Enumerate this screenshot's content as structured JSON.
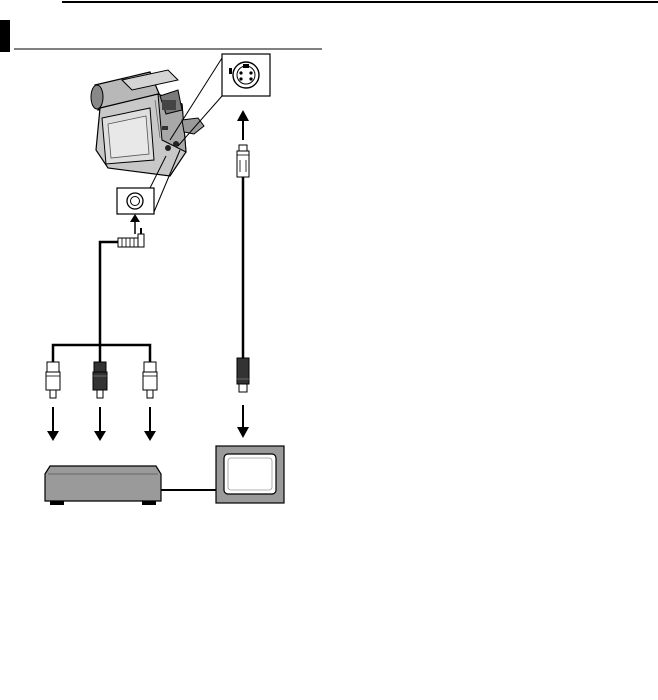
{
  "page": {
    "header_rule": true,
    "section_marker": true
  },
  "diagram": {
    "components": [
      {
        "id": "camcorder",
        "kind": "camcorder-illustration"
      },
      {
        "id": "svideo-connector",
        "kind": "s-video-jack-callout"
      },
      {
        "id": "av-jack",
        "kind": "av-jack-callout"
      },
      {
        "id": "av-cable",
        "kind": "av-cable-3-plug"
      },
      {
        "id": "svideo-cable",
        "kind": "s-video-cable"
      },
      {
        "id": "vcr",
        "kind": "vcr-illustration"
      },
      {
        "id": "tv",
        "kind": "tv-illustration"
      }
    ],
    "colors": {
      "line": "#000000",
      "device_fill": "#9a9a9a",
      "camera_body": "#c8c8c8",
      "plug_dark": "#333333",
      "background": "#ffffff"
    }
  }
}
